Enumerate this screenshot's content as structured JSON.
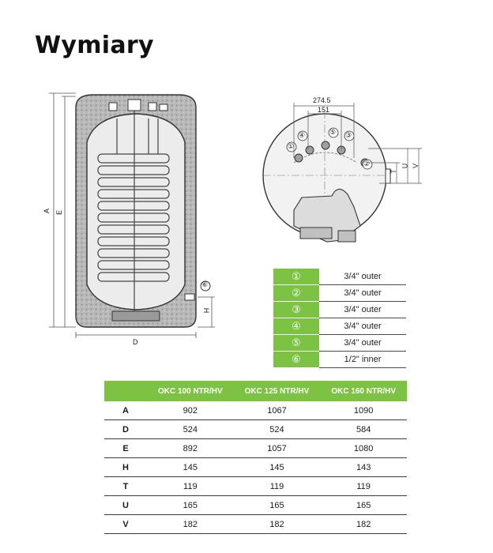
{
  "title": "Wymiary",
  "side_view": {
    "labels": {
      "A": "A",
      "E": "E",
      "D": "D",
      "H": "H",
      "six": "⑥"
    }
  },
  "top_view": {
    "dim_outer": "274.5",
    "dim_inner": "151",
    "labels": {
      "T": "T",
      "U": "U",
      "V": "V"
    },
    "connectors": [
      "①",
      "②",
      "③",
      "④",
      "⑤"
    ]
  },
  "connections": [
    {
      "num": "①",
      "value": "3/4\" outer"
    },
    {
      "num": "②",
      "value": "3/4\" outer"
    },
    {
      "num": "③",
      "value": "3/4\" outer"
    },
    {
      "num": "④",
      "value": "3/4\" outer"
    },
    {
      "num": "⑤",
      "value": "3/4\" outer"
    },
    {
      "num": "⑥",
      "value": "1/2\" inner"
    }
  ],
  "dimensions": {
    "headers": [
      "",
      "OKC 100 NTR/HV",
      "OKC 125 NTR/HV",
      "OKC 160 NTR/HV"
    ],
    "rows": [
      {
        "label": "A",
        "values": [
          "902",
          "1067",
          "1090"
        ]
      },
      {
        "label": "D",
        "values": [
          "524",
          "524",
          "584"
        ]
      },
      {
        "label": "E",
        "values": [
          "892",
          "1057",
          "1080"
        ]
      },
      {
        "label": "H",
        "values": [
          "145",
          "145",
          "143"
        ]
      },
      {
        "label": "T",
        "values": [
          "119",
          "119",
          "119"
        ]
      },
      {
        "label": "U",
        "values": [
          "165",
          "165",
          "165"
        ]
      },
      {
        "label": "V",
        "values": [
          "182",
          "182",
          "182"
        ]
      }
    ]
  }
}
